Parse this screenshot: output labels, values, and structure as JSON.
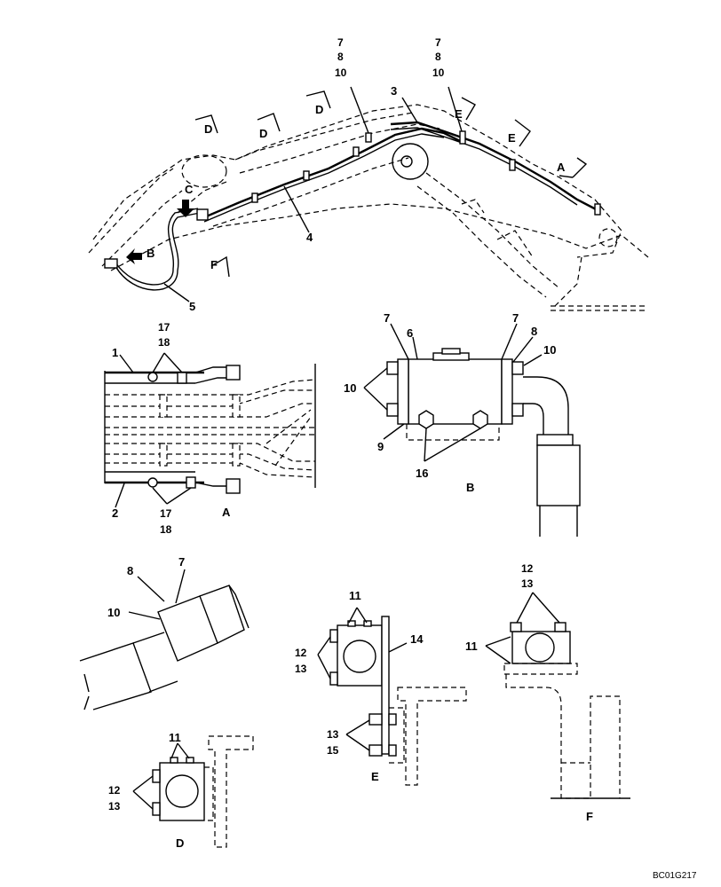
{
  "top_view": {
    "callout_top_left": [
      "7",
      "8",
      "10"
    ],
    "callout_top_right": [
      "7",
      "8",
      "10"
    ],
    "label_3": "3",
    "label_4": "4",
    "label_5": "5",
    "view_arrows": {
      "A": "A",
      "B": "B",
      "C": "C",
      "D": "D",
      "E": "E",
      "F": "F"
    }
  },
  "view_a": {
    "label_1": "1",
    "label_2": "2",
    "top_17": "17",
    "top_18": "18",
    "bottom_17": "17",
    "bottom_18": "18",
    "title": "A"
  },
  "view_b": {
    "label_6": "6",
    "label_7_left": "7",
    "label_7_right": "7",
    "label_8": "8",
    "label_10_left": "10",
    "label_10_right": "10",
    "label_9": "9",
    "label_16": "16",
    "title": "B"
  },
  "view_c": {
    "label_7": "7",
    "label_8": "8",
    "label_10": "10"
  },
  "view_d": {
    "label_11": "11",
    "label_12": "12",
    "label_13": "13",
    "title": "D"
  },
  "view_e": {
    "label_11": "11",
    "label_12": "12",
    "label_13_top": "13",
    "label_14": "14",
    "label_13_bottom": "13",
    "label_15": "15",
    "title": "E"
  },
  "view_f": {
    "label_12": "12",
    "label_13": "13",
    "label_11": "11",
    "title": "F"
  },
  "drawing_code": "BC01G217"
}
